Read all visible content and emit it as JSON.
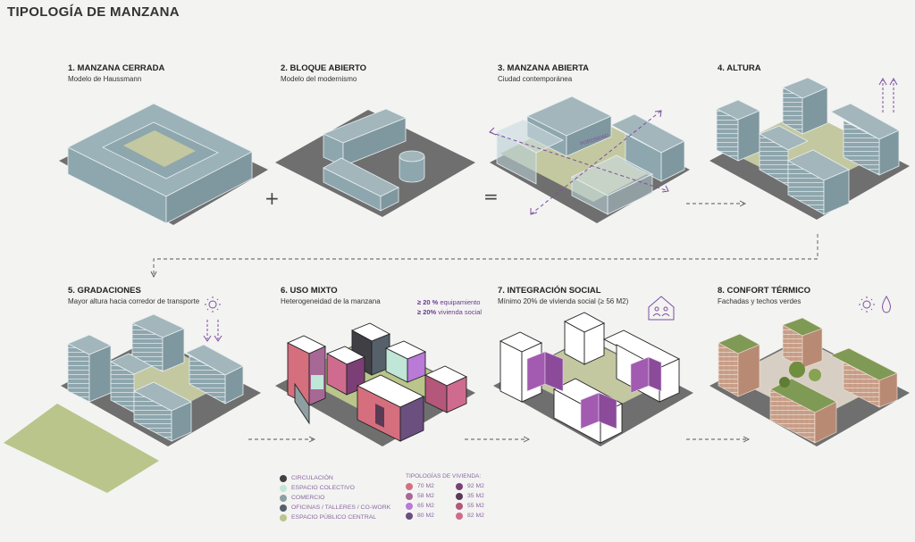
{
  "title": "TIPOLOGÍA DE MANZANA",
  "steps": [
    {
      "heading": "1. MANZANA CERRADA",
      "sub": "Modelo de Haussmann"
    },
    {
      "heading": "2. BLOQUE ABIERTO",
      "sub": "Modelo del modernismo"
    },
    {
      "heading": "3. MANZANA ABIERTA",
      "sub": "Ciudad contemporánea"
    },
    {
      "heading": "4. ALTURA",
      "sub": ""
    },
    {
      "heading": "5. GRADACIONES",
      "sub": "Mayor altura hacia corredor de transporte"
    },
    {
      "heading": "6. USO MIXTO",
      "sub": "Heterogeneidad de la manzana"
    },
    {
      "heading": "7. INTEGRACIÓN SOCIAL",
      "sub": "Mínimo 20% de vivienda social (≥ 56 M2)"
    },
    {
      "heading": "8. CONFORT TÉRMICO",
      "sub": "Fachadas y techos verdes"
    }
  ],
  "operators": {
    "plus": "+",
    "equals": "="
  },
  "step3_label": "POROSIDAD",
  "mix_note": {
    "line1_pct": "≥ 20 %",
    "line1_text": " equipamiento",
    "line2_pct": "≥ 20%",
    "line2_text": " vivienda social"
  },
  "uses_legend": [
    {
      "label": "CIRCULACIÓN",
      "color": "#3f3f44"
    },
    {
      "label": "ESPACIO COLECTIVO",
      "color": "#bfe6d6"
    },
    {
      "label": "COMERCIO",
      "color": "#8e9fa1"
    },
    {
      "label": "OFICINAS / TALLERES / CO-WORK",
      "color": "#55606a"
    },
    {
      "label": "ESPACIO PÚBLICO CENTRAL",
      "color": "#b9c58a"
    }
  ],
  "typologies_title": "TIPOLOGÍAS DE VIVIENDA:",
  "typologies": [
    {
      "label": "70 M2",
      "color": "#d56f7e"
    },
    {
      "label": "92 M2",
      "color": "#7b3f75"
    },
    {
      "label": "58 M2",
      "color": "#a86896"
    },
    {
      "label": "35 M2",
      "color": "#5b3a55"
    },
    {
      "label": "65 M2",
      "color": "#b97ad8"
    },
    {
      "label": "55 M2",
      "color": "#b4577a"
    },
    {
      "label": "80 M2",
      "color": "#6a4f7f"
    },
    {
      "label": "82 M2",
      "color": "#cf6b8f"
    }
  ],
  "colors": {
    "massing": "#8ea6ad",
    "ground": "#c3c8a0",
    "base": "#6e6e6e",
    "purple": "#7e4e9c",
    "social": "#a25bb0"
  }
}
